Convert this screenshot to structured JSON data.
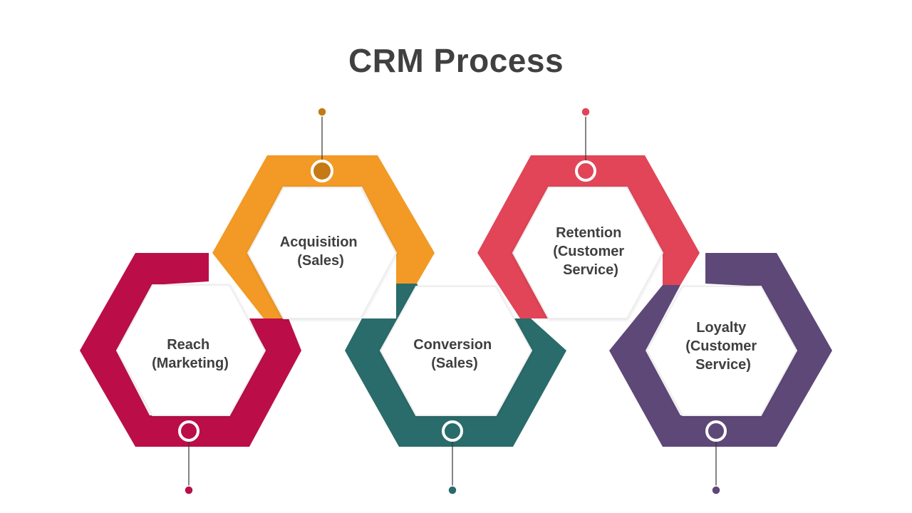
{
  "slide": {
    "title": "CRM Process"
  },
  "colors": {
    "reach": "#bb0e48",
    "acquisition": "#f29a25",
    "conversion": "#2a6b6b",
    "retention": "#e14557",
    "loyalty": "#5e4878",
    "acquisition_dot": "#c57a16"
  },
  "stages": [
    {
      "id": "reach",
      "lines": [
        "Reach",
        "(Marketing)"
      ]
    },
    {
      "id": "acquisition",
      "lines": [
        "Acquisition",
        "(Sales)"
      ]
    },
    {
      "id": "conversion",
      "lines": [
        "Conversion",
        "(Sales)"
      ]
    },
    {
      "id": "retention",
      "lines": [
        "Retention",
        "(Customer",
        "Service)"
      ]
    },
    {
      "id": "loyalty",
      "lines": [
        "Loyalty",
        "(Customer",
        "Service)"
      ]
    }
  ]
}
